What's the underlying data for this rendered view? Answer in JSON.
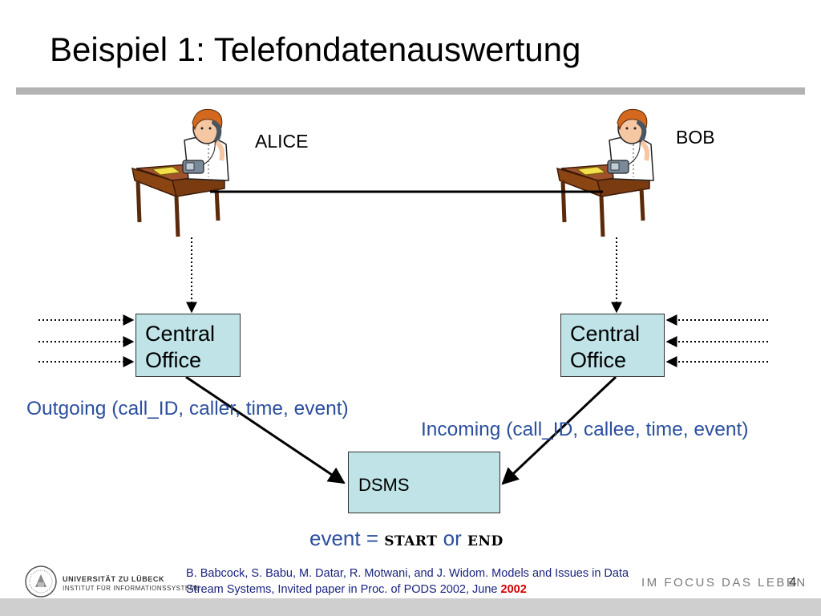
{
  "slide": {
    "title": "Beispiel 1: Telefondatenauswertung",
    "page_number": "4"
  },
  "diagram": {
    "persons": [
      {
        "id": "alice",
        "label": "ALICE"
      },
      {
        "id": "bob",
        "label": "BOB"
      }
    ],
    "offices": [
      {
        "id": "left",
        "line1": "Central",
        "line2": "Office"
      },
      {
        "id": "right",
        "line1": "Central",
        "line2": "Office"
      }
    ],
    "dsms_label": "DSMS",
    "outgoing_stream": "Outgoing (call_ID, caller, time, event)",
    "incoming_stream": "Incoming (call_ID, callee, time, event)",
    "event_line": {
      "prefix": "event = ",
      "start": "start",
      "middle": " or ",
      "end": "end"
    }
  },
  "footer": {
    "reference_text": "B. Babcock, S. Babu, M. Datar, R. Motwani, and J. Widom. Models and Issues in Data Stream Systems, Invited paper in Proc. of PODS 2002, June ",
    "reference_year": "2002",
    "university_name": "UNIVERSITÄT ZU LÜBECK",
    "institute_name": "INSTITUT FÜR INFORMATIONSSYSTEME",
    "slogan": "IM FOCUS DAS LEBEN"
  },
  "colors": {
    "box_fill": "#bfe3e7",
    "blue_text": "#2b4f9e",
    "desk_brown": "#8b4513",
    "hair": "#d2691e",
    "accent_red": "#d00000"
  }
}
